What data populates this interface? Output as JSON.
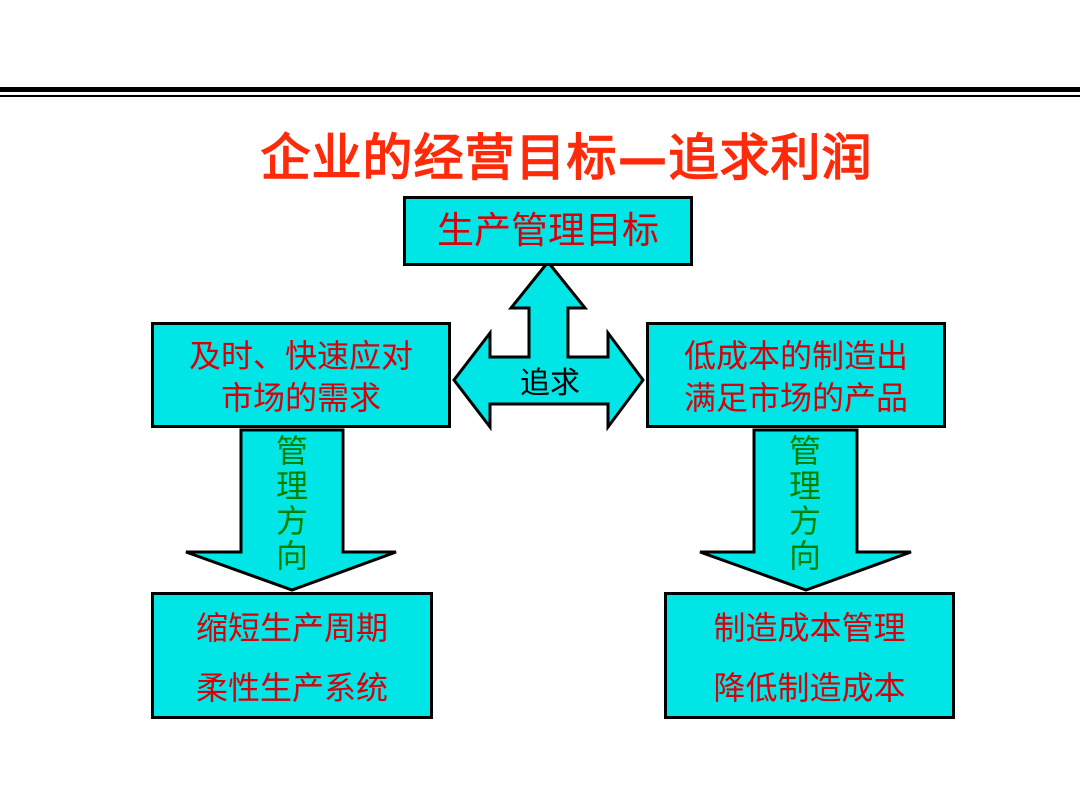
{
  "title": "企业的经营目标—追求利润",
  "top_box": {
    "label": "生产管理目标"
  },
  "left_box": {
    "line1": "及时、快速应对",
    "line2": "市场的需求"
  },
  "right_box": {
    "line1": "低成本的制造出",
    "line2": "满足市场的产品"
  },
  "center_arrow": {
    "label": "追求"
  },
  "left_arrow": {
    "chars": [
      "管",
      "理",
      "方",
      "向"
    ]
  },
  "right_arrow": {
    "chars": [
      "管",
      "理",
      "方",
      "向"
    ]
  },
  "bottom_left_box": {
    "line1": "缩短生产周期",
    "line2": "柔性生产系统"
  },
  "bottom_right_box": {
    "line1": "制造成本管理",
    "line2": "降低制造成本"
  },
  "colors": {
    "box_fill": "#00e6e6",
    "title": "#ff2a0a",
    "box_text": "#d8000a",
    "arrow_text": "#008000"
  }
}
